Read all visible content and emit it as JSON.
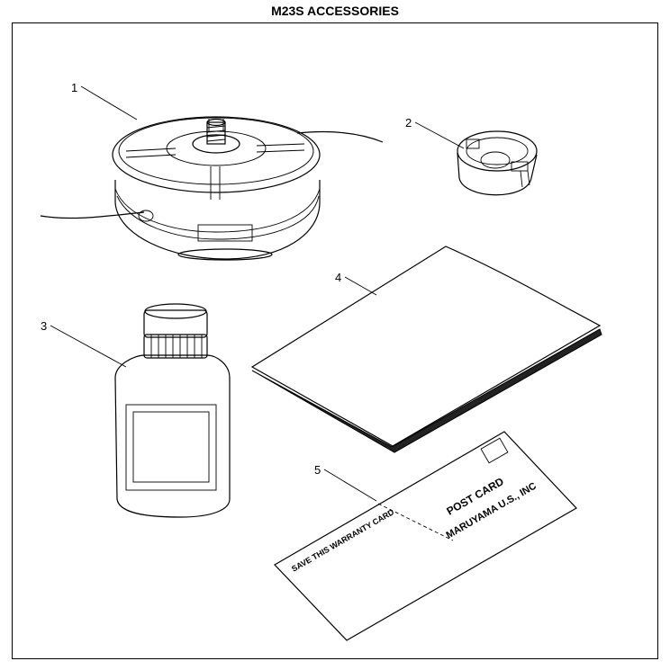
{
  "title": "M23S ACCESSORIES",
  "callouts": [
    {
      "number": "1",
      "part": "trimmer-head"
    },
    {
      "number": "2",
      "part": "spool-cap"
    },
    {
      "number": "3",
      "part": "oil-bottle"
    },
    {
      "number": "4",
      "part": "manual"
    },
    {
      "number": "5",
      "part": "warranty-card"
    }
  ],
  "warranty_card": {
    "left_text": "SAVE THIS WARRANTY CARD",
    "post_card": "POST CARD",
    "address": "MARUYAMA U.S., INC"
  }
}
